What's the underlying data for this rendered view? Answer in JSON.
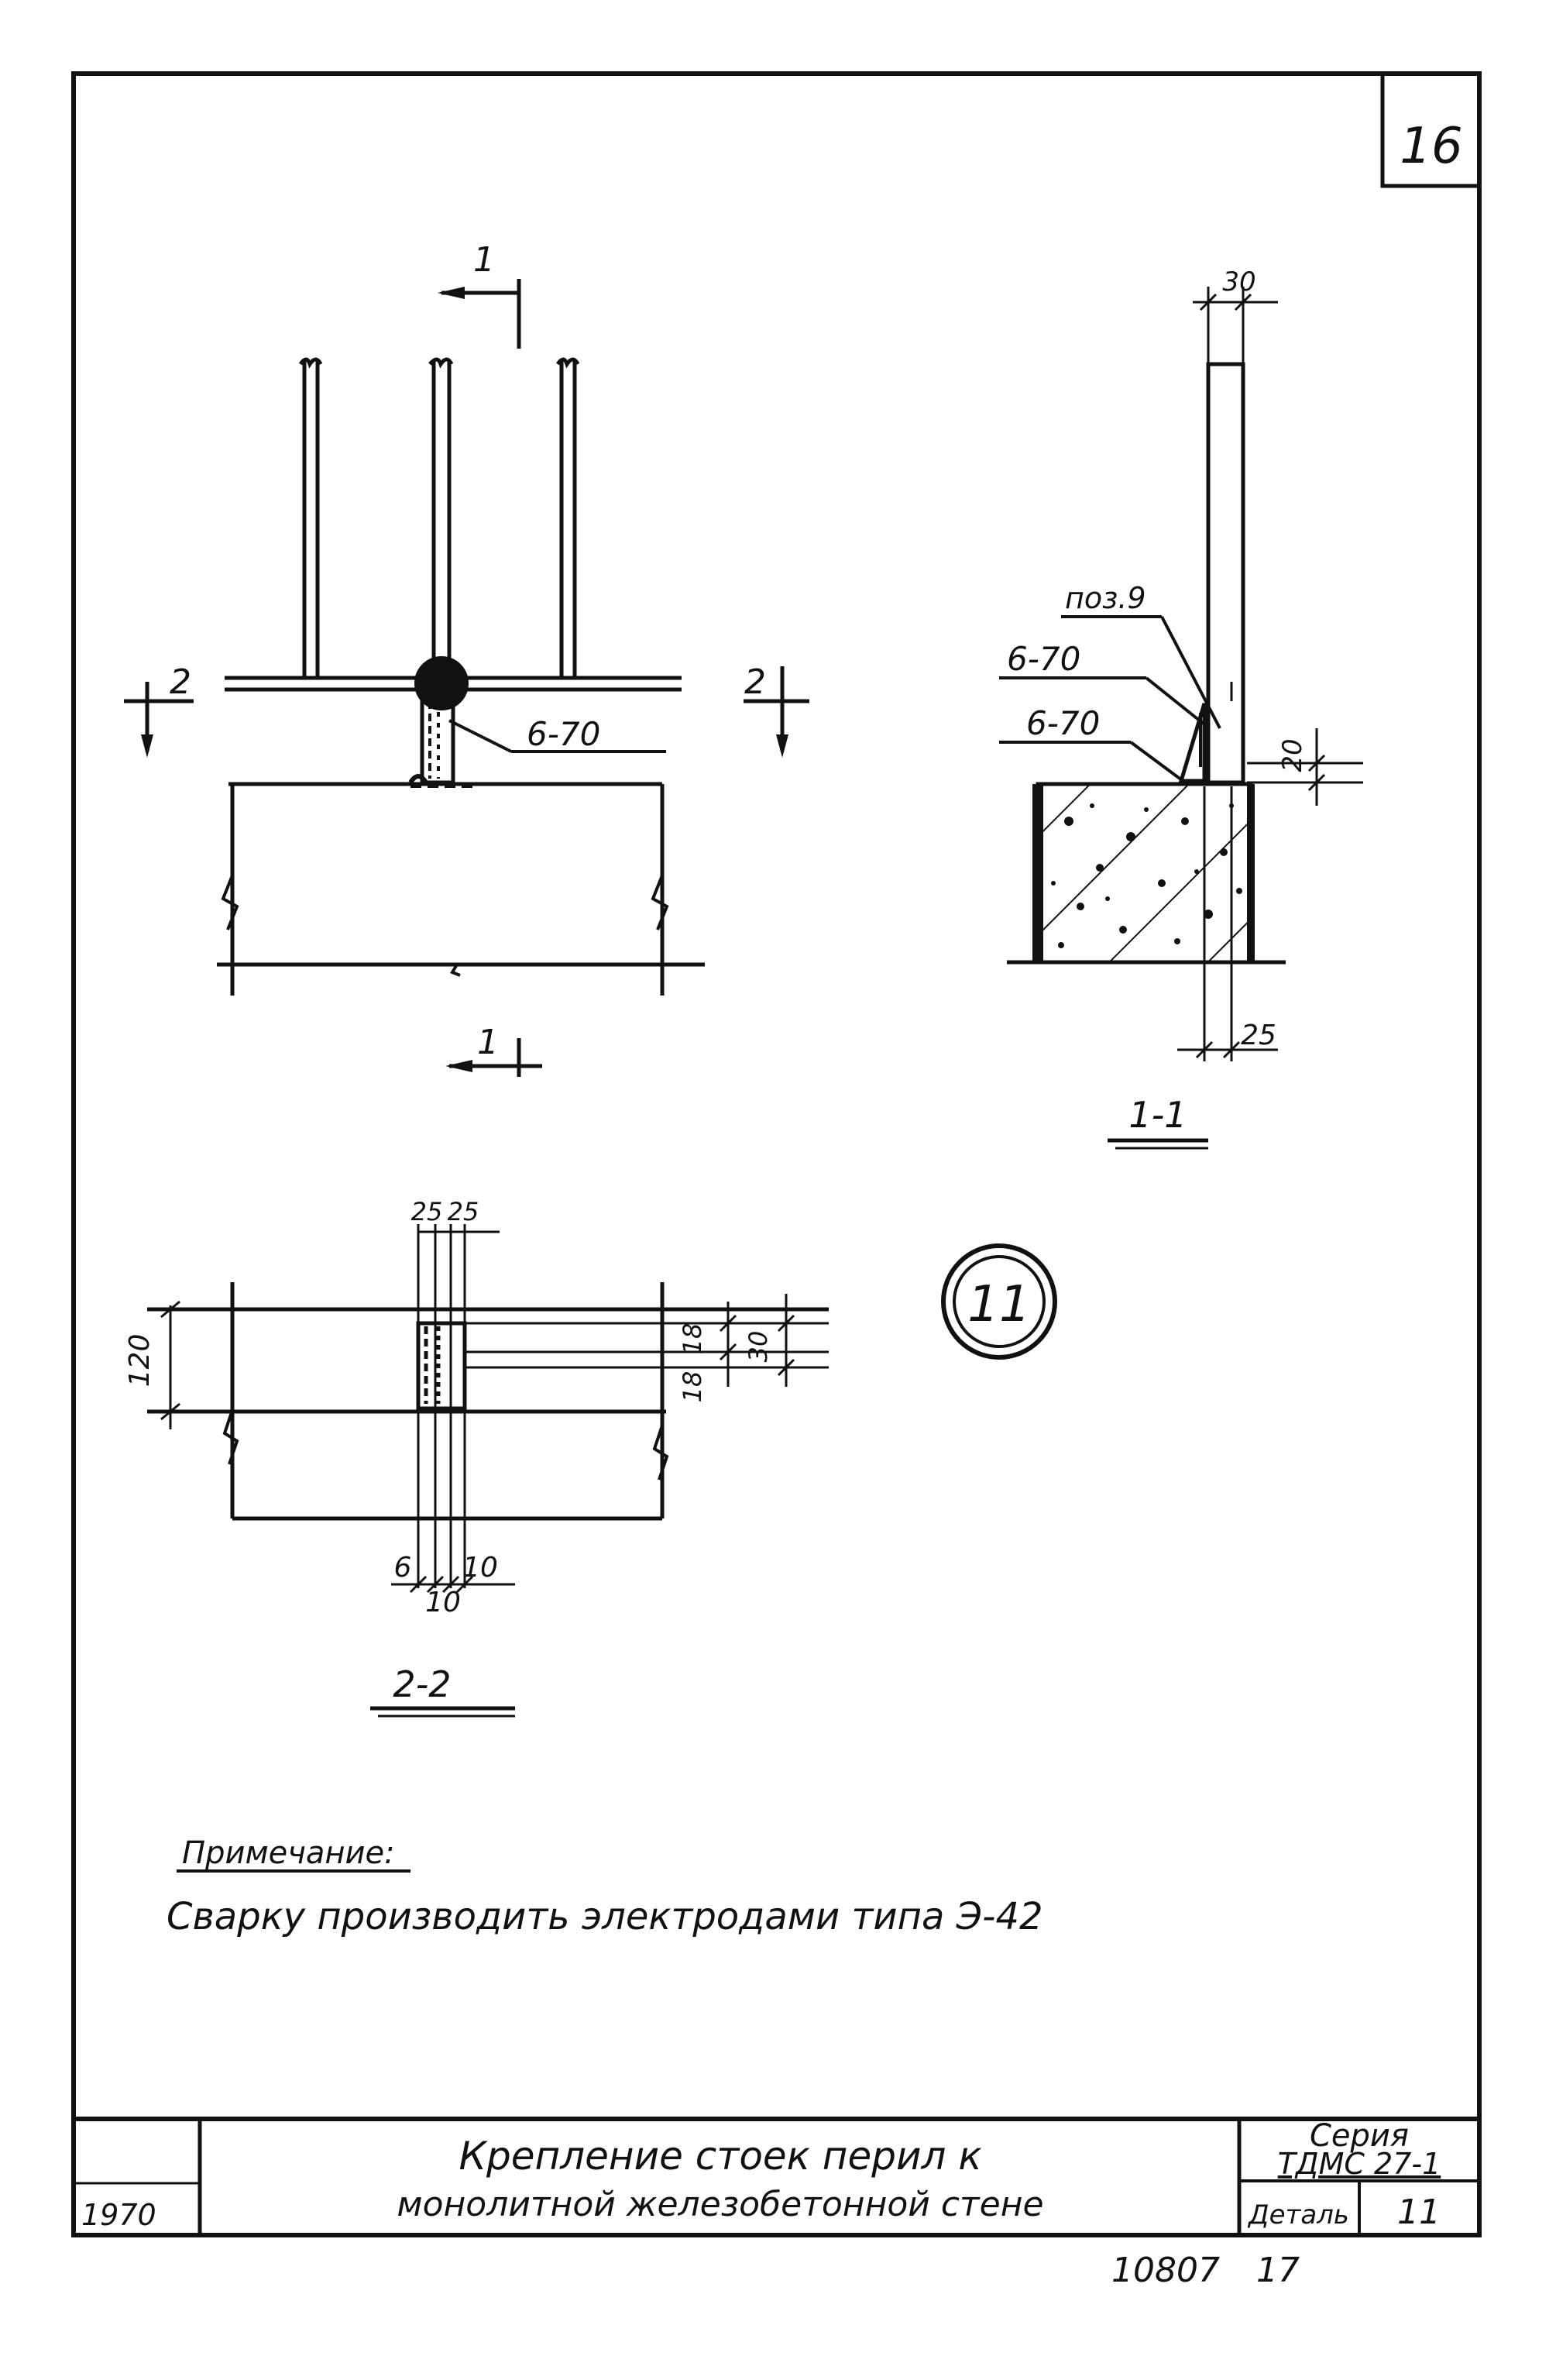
{
  "sheet": {
    "page_number": "16",
    "detail_circle": "11",
    "serial_number": "10807",
    "sheet_index": "17"
  },
  "view_front": {
    "section_1_top": "1",
    "section_1_bottom": "1",
    "section_2_left": "2",
    "section_2_right": "2",
    "weld_label": "6-70"
  },
  "section_1_1": {
    "title": "1-1",
    "pos_label": "поз.9",
    "weld_1": "6-70",
    "weld_2": "6-70",
    "dim_30": "30",
    "dim_20": "20",
    "dim_25": "25"
  },
  "section_2_2": {
    "title": "2-2",
    "dim_25a": "25",
    "dim_25b": "25",
    "dim_120": "120",
    "dim_18a": "18",
    "dim_18b": "18",
    "dim_30": "30",
    "dim_6": "6",
    "dim_10a": "10",
    "dim_10b": "10"
  },
  "note": {
    "heading": "Примечание:",
    "text": "Сварку производить электродами типа Э-42"
  },
  "title_block": {
    "title_line1": "Крепление стоек перил к",
    "title_line2": "монолитной железобетонной стене",
    "year": "1970",
    "series_label": "Серия",
    "series_value": "ТДМС 27-1",
    "detail_label": "Деталь",
    "detail_value": "11"
  }
}
